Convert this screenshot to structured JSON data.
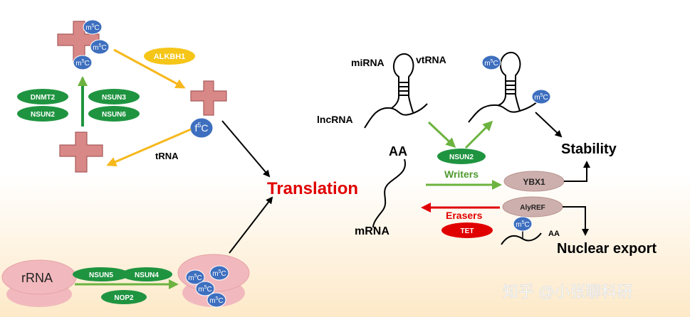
{
  "mods": {
    "m5": "m",
    "sup5": "5",
    "c": "C",
    "f5": "f"
  },
  "trna": {
    "label": "tRNA",
    "eraser": "ALKBH1",
    "writers": [
      "DNMT2",
      "NSUN3",
      "NSUN2",
      "NSUN6"
    ]
  },
  "rrna": {
    "label": "rRNA",
    "writers": [
      "NSUN5",
      "NSUN4",
      "NOP2"
    ]
  },
  "center": {
    "title": "Translation"
  },
  "right": {
    "mirna": "miRNA",
    "vtrna": "vtRNA",
    "lncrna": "lncRNA",
    "aa": "AA",
    "mrna": "mRNA",
    "nsun2": "NSUN2",
    "writers": "Writers",
    "erasers": "Erasers",
    "tet": "TET",
    "ybx1": "YBX1",
    "alyref": "AlyREF",
    "aa_small": "AA",
    "stability": "Stability",
    "nuclear_export": "Nuclear export"
  },
  "watermark": "知乎 @小张聊科研",
  "colors": {
    "green_pill": "#1f9440",
    "yellow_pill": "#f5c518",
    "red": "#e00000",
    "blue_bubble": "#3e6fbf",
    "trna_fill": "#d98888",
    "rrna_fill": "#f1b9bd",
    "arrow_yellow": "#f6b81c",
    "arrow_green": "#6cb33f"
  }
}
